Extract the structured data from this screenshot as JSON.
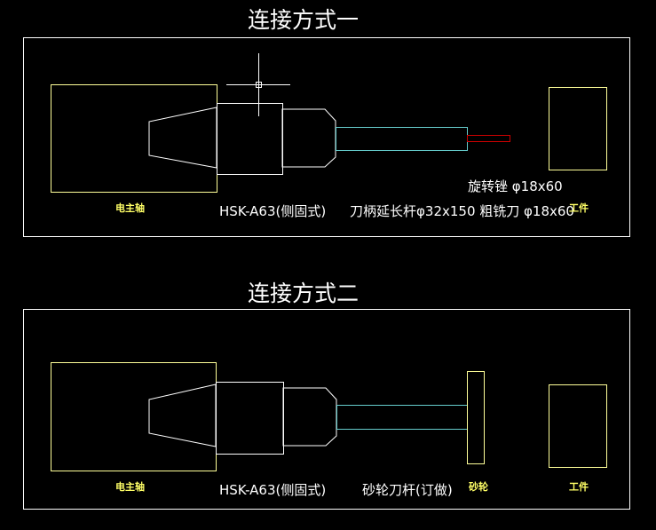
{
  "diagram1": {
    "title": "连接方式一",
    "spindle_label": "电主轴",
    "holder_label": "HSK-A63(侧固式)",
    "tool_label": "刀柄延长杆φ32x150 粗铣刀 φ18x60",
    "rotary_label": "旋转锉 φ18x60",
    "workpiece_label": "工件"
  },
  "diagram2": {
    "title": "连接方式二",
    "spindle_label": "电主轴",
    "holder_label": "HSK-A63(侧固式)",
    "tool_label": "砂轮刀杆(订做)",
    "wheel_label": "砂轮",
    "workpiece_label": "工件"
  },
  "colors": {
    "background": "#000000",
    "frame": "#ffffff",
    "spindle": "#ffff99",
    "extension_bar": "#66cccc",
    "cutter": "#cc0000",
    "label_yellow": "#ffff66"
  }
}
